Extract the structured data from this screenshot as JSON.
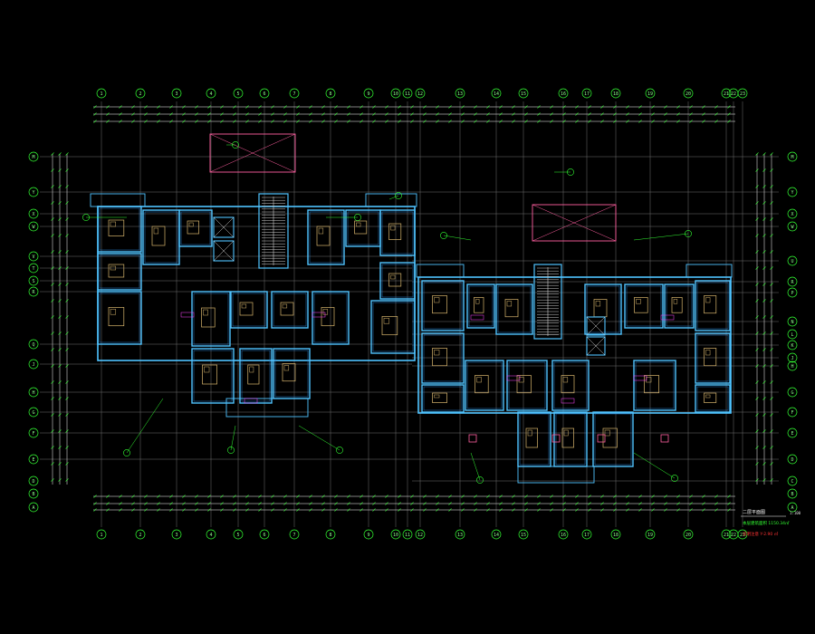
{
  "drawing": {
    "title": "二层平面图",
    "scale": "1:100",
    "area_line": "本层建筑面积 1150.34㎡",
    "note_line": "说明注意 Y-2.90 ㎡"
  },
  "colors": {
    "background": "#000000",
    "grid": "#7a7a7a",
    "axis_bubble": "#33ff33",
    "dimension": "#ffffff",
    "walls": "#4fc3ff",
    "walls_inner": "#2b7fd0",
    "furniture": "#d7b56d",
    "stair": "#cfcfcf",
    "balcony": "#ff5fa0",
    "text_magenta": "#ff44ff",
    "text_red": "#ff3333",
    "leader": "#33ff33"
  },
  "axes": {
    "top": [
      "1",
      "2",
      "3",
      "4",
      "5",
      "6",
      "7",
      "8",
      "9",
      "10",
      "11",
      "12",
      "13",
      "14",
      "15",
      "16",
      "17",
      "18",
      "19",
      "20",
      "21",
      "22",
      "23"
    ],
    "bottom": [
      "1",
      "2",
      "3",
      "4",
      "5",
      "6",
      "7",
      "8",
      "9",
      "10",
      "11",
      "12",
      "13",
      "14",
      "15",
      "16",
      "17",
      "18",
      "19",
      "20",
      "21",
      "22",
      "23"
    ],
    "left": [
      "M",
      "Y",
      "X",
      "W",
      "V",
      "T",
      "S",
      "R",
      "Q",
      "J",
      "H",
      "G",
      "F",
      "E",
      "D",
      "B",
      "A"
    ],
    "right": [
      "M",
      "Y",
      "X",
      "W",
      "U",
      "R",
      "P",
      "N",
      "L",
      "K",
      "J",
      "H",
      "G",
      "F",
      "E",
      "D",
      "C",
      "B",
      "A"
    ]
  }
}
